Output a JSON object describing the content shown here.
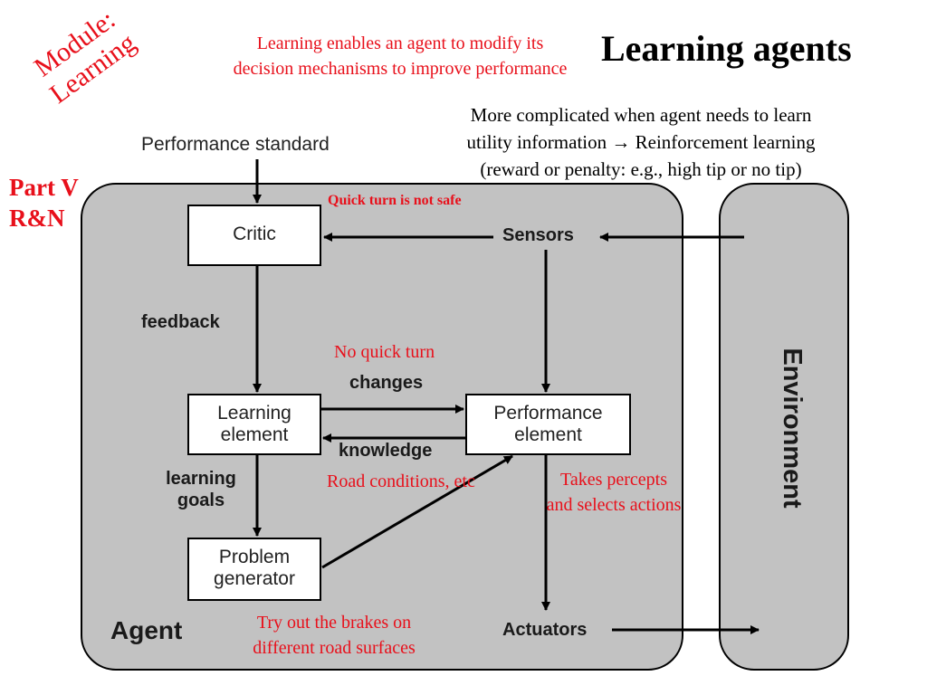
{
  "slide": {
    "module_label_line1": "Module:",
    "module_label_line2": "Learning",
    "title": "Learning agents",
    "intro_line1": "Learning enables an agent to modify its",
    "intro_line2": "decision mechanisms to improve performance",
    "rl_note_line1": "More complicated when agent needs to learn",
    "rl_note_line2": "utility information → Reinforcement learning",
    "rl_note_line3": "(reward or penalty: e.g., high tip or no tip)",
    "part_line1": "Part V",
    "part_line2": "R&N"
  },
  "diagram": {
    "performance_standard": "Performance standard",
    "agent_label": "Agent",
    "environment_label": "Environment",
    "sensors_label": "Sensors",
    "actuators_label": "Actuators",
    "critic_label": "Critic",
    "learning_element_line1": "Learning",
    "learning_element_line2": "element",
    "performance_element_line1": "Performance",
    "performance_element_line2": "element",
    "problem_generator_line1": "Problem",
    "problem_generator_line2": "generator",
    "feedback_label": "feedback",
    "changes_label": "changes",
    "knowledge_label": "knowledge",
    "learning_goals_line1": "learning",
    "learning_goals_line2": "goals"
  },
  "annotations": {
    "quick_turn_unsafe": "Quick turn is not safe",
    "no_quick_turn": "No quick turn",
    "road_conditions": "Road conditions, etc",
    "takes_percepts_line1": "Takes percepts",
    "takes_percepts_line2": "and selects actions",
    "try_brakes_line1": "Try out the brakes on",
    "try_brakes_line2": "different road surfaces"
  },
  "colors": {
    "annotation_red": "#e8101b",
    "panel_gray": "#c2c2c2",
    "box_white": "#ffffff"
  }
}
